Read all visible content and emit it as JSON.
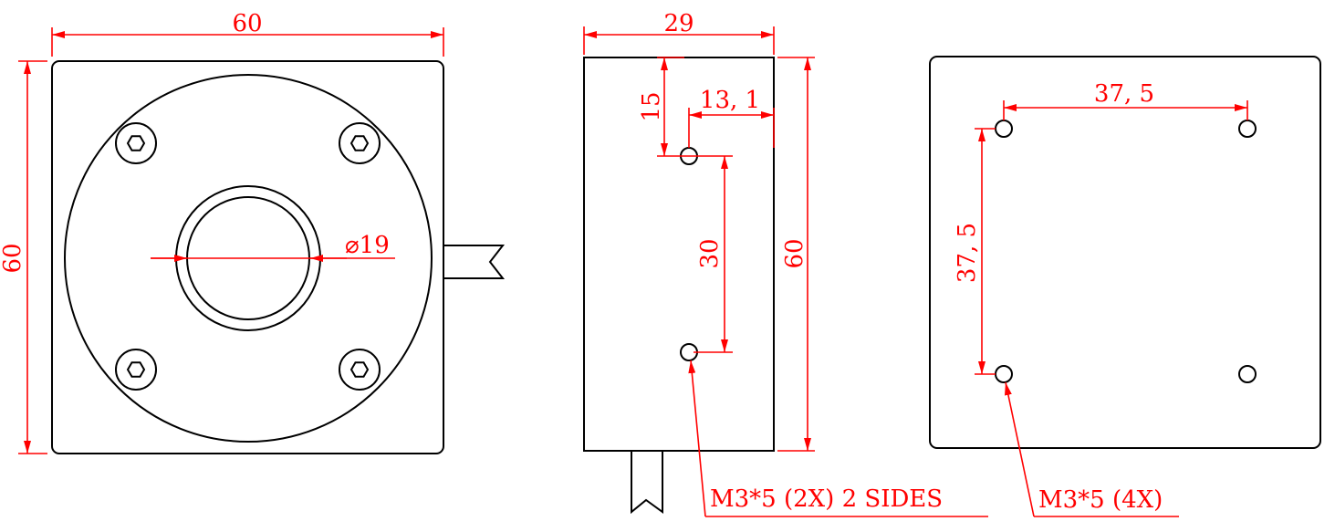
{
  "colors": {
    "outline": "#000000",
    "dimension": "#ff0000",
    "background": "#ffffff"
  },
  "front_view": {
    "width_label": "60",
    "height_label": "60",
    "bore_label": "⌀19"
  },
  "side_view": {
    "width_label": "29",
    "top_offset_label": "15",
    "edge_offset_label": "13, 1",
    "hole_spacing_label": "30",
    "height_label": "60",
    "callout": "M3*5 (2X) 2 SIDES"
  },
  "back_view": {
    "horizontal_spacing_label": "37, 5",
    "vertical_spacing_label": "37, 5",
    "callout": "M3*5 (4X)"
  }
}
